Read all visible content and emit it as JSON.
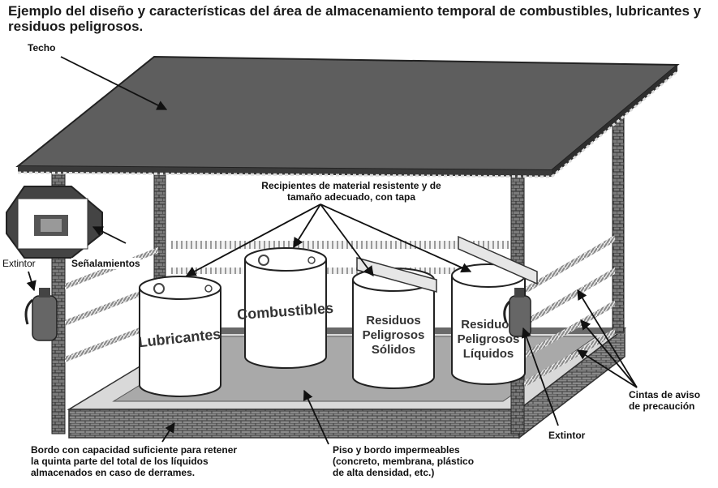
{
  "title": "Ejemplo del diseño y características del área de almacenamiento temporal de combustibles, lubricantes y residuos peligrosos.",
  "labels": {
    "techo": "Techo",
    "recipientes_1": "Recipientes de material resistente y de",
    "recipientes_2": "tamaño adecuado, con tapa",
    "extintor_left": "Extintor",
    "senalamientos": "Señalamientos",
    "extintor_right": "Extintor",
    "cintas_1": "Cintas de aviso",
    "cintas_2": "de precaución",
    "bordo_1": "Bordo con capacidad suficiente para retener",
    "bordo_2": "la quinta parte del total de los líquidos",
    "bordo_3": "almacenados en caso de derrames.",
    "piso_1": "Piso y bordo impermeables",
    "piso_2": "(concreto, membrana, plástico",
    "piso_3": "de alta densidad, etc.)"
  },
  "drums": {
    "lubricantes": "Lubricantes",
    "combustibles": "Combustibles",
    "residuos_solidos_1": "Residuos",
    "residuos_solidos_2": "Peligrosos",
    "residuos_solidos_3": "Sólidos",
    "residuos_liquidos_1": "Residuos",
    "residuos_liquidos_2": "Peligrosos",
    "residuos_liquidos_3": "Líquidos"
  },
  "colors": {
    "roof": "#5e5e5e",
    "brick": "#7a7a7a",
    "floor": "#a9a9a9",
    "drum": "#ffffff",
    "sign": "#444444"
  }
}
